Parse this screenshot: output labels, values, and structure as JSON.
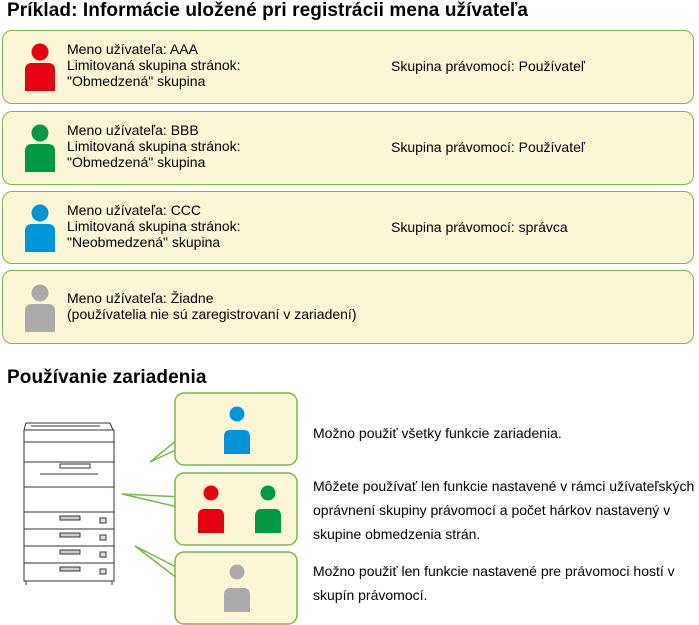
{
  "example_title": "Príklad: Informácie uložené pri registrácii mena užívateľa",
  "cards": [
    {
      "color": "#e60012",
      "line1": "Meno užívateľa: AAA",
      "line2": "Limitovaná skupina stránok:",
      "line3": "\"Obmedzená\" skupina",
      "authority": "Skupina právomocí: Používateľ"
    },
    {
      "color": "#009944",
      "line1": "Meno užívateľa: BBB",
      "line2": "Limitovaná skupina stránok:",
      "line3": "\"Obmedzená\" skupina",
      "authority": "Skupina právomocí: Používateľ"
    },
    {
      "color": "#0095d9",
      "line1": "Meno užívateľa: CCC",
      "line2": "Limitovaná skupina stránok:",
      "line3": "\"Neobmedzená\" skupina",
      "authority": "Skupina právomocí: správca"
    },
    {
      "color": "#aaaaaa",
      "line1": "Meno užívateľa: Žiadne",
      "line2": "(používatelia nie sú zaregistrovaní v zariadení)",
      "line3": "",
      "authority": ""
    }
  ],
  "usage_title": "Používanie zariadenia",
  "usage": [
    {
      "text": "Možno použiť všetky funkcie zariadenia."
    },
    {
      "text": "Môžete používať len funkcie nastavené v rámci užívateľských oprávnení skupiny právomocí a počet hárkov nastavený v skupine obmedzenia strán."
    },
    {
      "text": "Možno použiť len funkcie nastavené pre právomoci hostí v skupín právomocí."
    }
  ],
  "colors": {
    "card_fill": "#fbf7d6",
    "card_border": "#7ab648",
    "red": "#e60012",
    "green": "#009944",
    "blue": "#0095d9",
    "gray": "#aaaaaa"
  }
}
